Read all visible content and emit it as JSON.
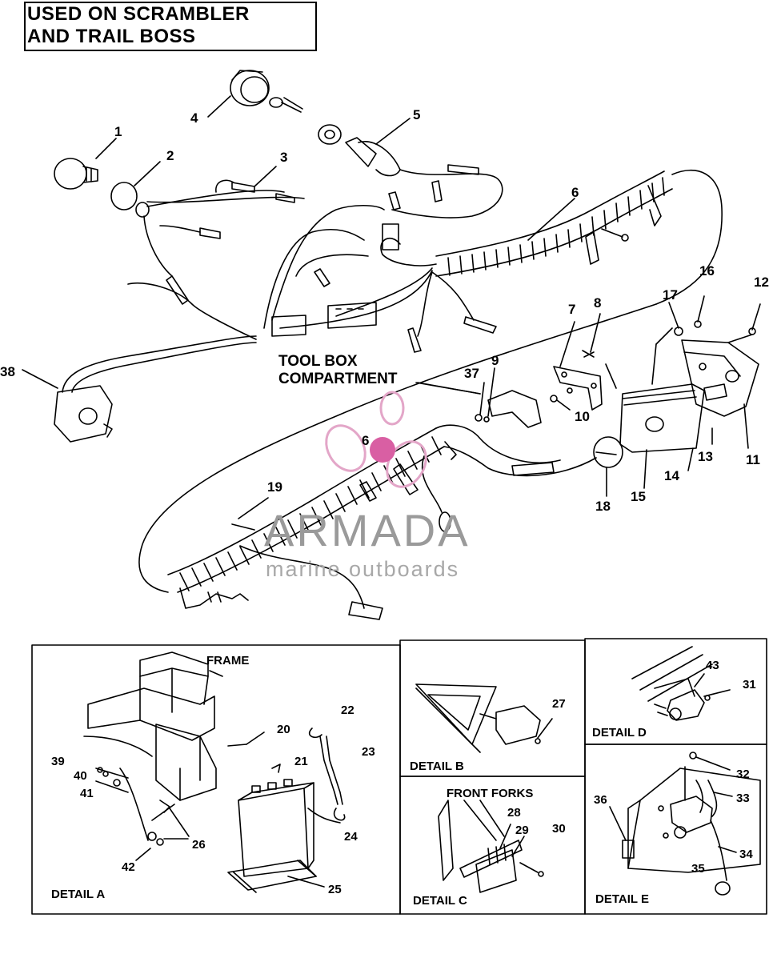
{
  "header": {
    "line1": "USED ON SCRAMBLER",
    "line2": "AND TRAIL BOSS"
  },
  "callouts": {
    "tool_box_line1": "TOOL BOX",
    "tool_box_line2": "COMPARTMENT"
  },
  "parts": {
    "p1": "1",
    "p2": "2",
    "p3": "3",
    "p4": "4",
    "p5": "5",
    "p6a": "6",
    "p6b": "6",
    "p7": "7",
    "p8": "8",
    "p9": "9",
    "p10": "10",
    "p11": "11",
    "p12": "12",
    "p13": "13",
    "p14": "14",
    "p15": "15",
    "p16": "16",
    "p17": "17",
    "p18": "18",
    "p19": "19",
    "p20": "20",
    "p21": "21",
    "p22": "22",
    "p23": "23",
    "p24": "24",
    "p25": "25",
    "p26": "26",
    "p27": "27",
    "p28": "28",
    "p29": "29",
    "p30": "30",
    "p31": "31",
    "p32": "32",
    "p33": "33",
    "p34": "34",
    "p35": "35",
    "p36": "36",
    "p37": "37",
    "p38": "38",
    "p39": "39",
    "p40": "40",
    "p41": "41",
    "p42": "42",
    "p43": "43"
  },
  "details": {
    "a": "DETAIL  A",
    "b": "DETAIL B",
    "c": "DETAIL C",
    "d": "DETAIL D",
    "e": "DETAIL E",
    "frame": "FRAME",
    "front_forks": "FRONT FORKS"
  },
  "watermark": {
    "brand": "ARMADA",
    "tagline": "marine outboards"
  }
}
